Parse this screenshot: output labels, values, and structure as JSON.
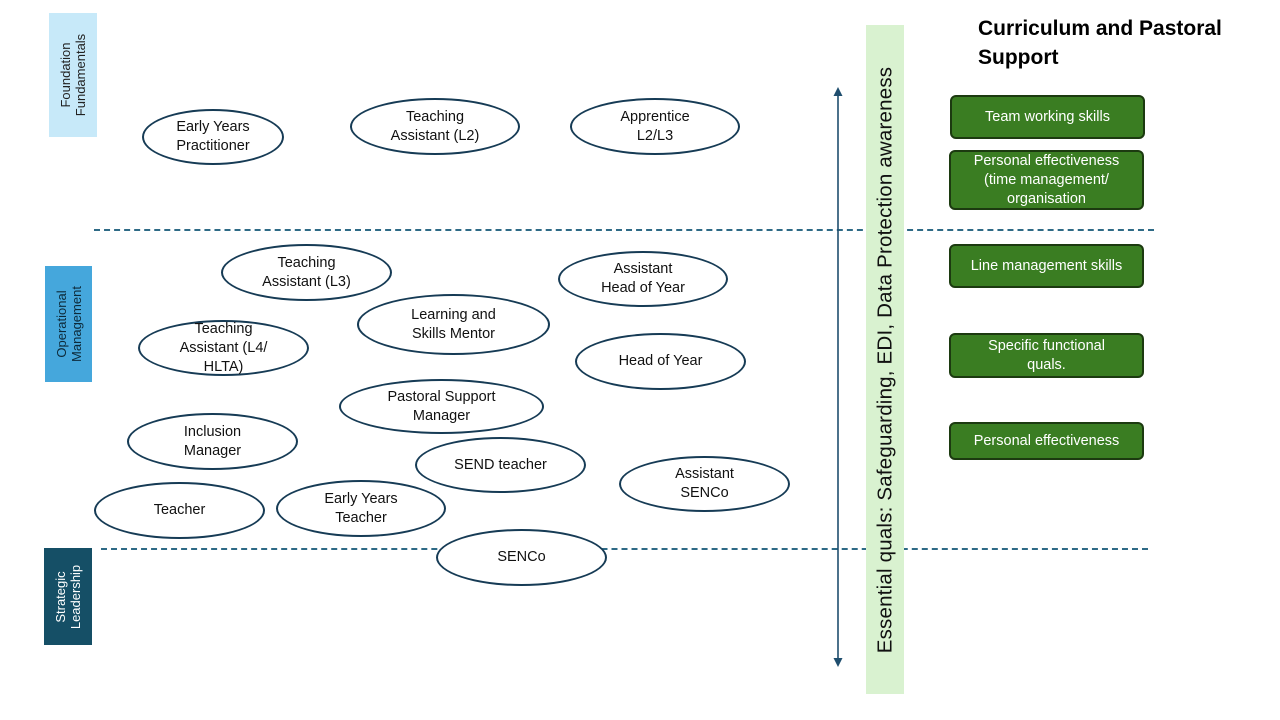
{
  "bands": [
    {
      "label": "Foundation\nFundamentals"
    },
    {
      "label": "Operational\nManagement"
    },
    {
      "label": "Strategic\nLeadership"
    }
  ],
  "roles": [
    {
      "label": "Early Years\nPractitioner"
    },
    {
      "label": "Teaching\nAssistant (L2)"
    },
    {
      "label": "Apprentice\nL2/L3"
    },
    {
      "label": "Teaching\nAssistant (L3)"
    },
    {
      "label": "Assistant\nHead of Year"
    },
    {
      "label": "Learning and\nSkills Mentor"
    },
    {
      "label": "Teaching\nAssistant (L4/\nHLTA)"
    },
    {
      "label": "Head of Year"
    },
    {
      "label": "Pastoral Support\nManager"
    },
    {
      "label": "Inclusion\nManager"
    },
    {
      "label": "SEND teacher"
    },
    {
      "label": "Assistant\nSENCo"
    },
    {
      "label": "Teacher"
    },
    {
      "label": "Early Years\nTeacher"
    },
    {
      "label": "SENCo"
    }
  ],
  "essential_quals": "Essential quals:  Safeguarding, EDI, Data Protection awareness",
  "title": "Curriculum and Pastoral\nSupport",
  "skills": [
    {
      "label": "Team working skills"
    },
    {
      "label": "Personal effectiveness\n(time management/\norganisation"
    },
    {
      "label": "Line management skills"
    },
    {
      "label": "Specific functional\nquals."
    },
    {
      "label": "Personal effectiveness"
    }
  ],
  "colors": {
    "band_foundation": "#c7e9f9",
    "band_operational": "#45a7dc",
    "band_strategic": "#154f66",
    "skill_box": "#3a7d22",
    "essential_bar": "#d9f2d0",
    "divider": "#2e6a86"
  }
}
